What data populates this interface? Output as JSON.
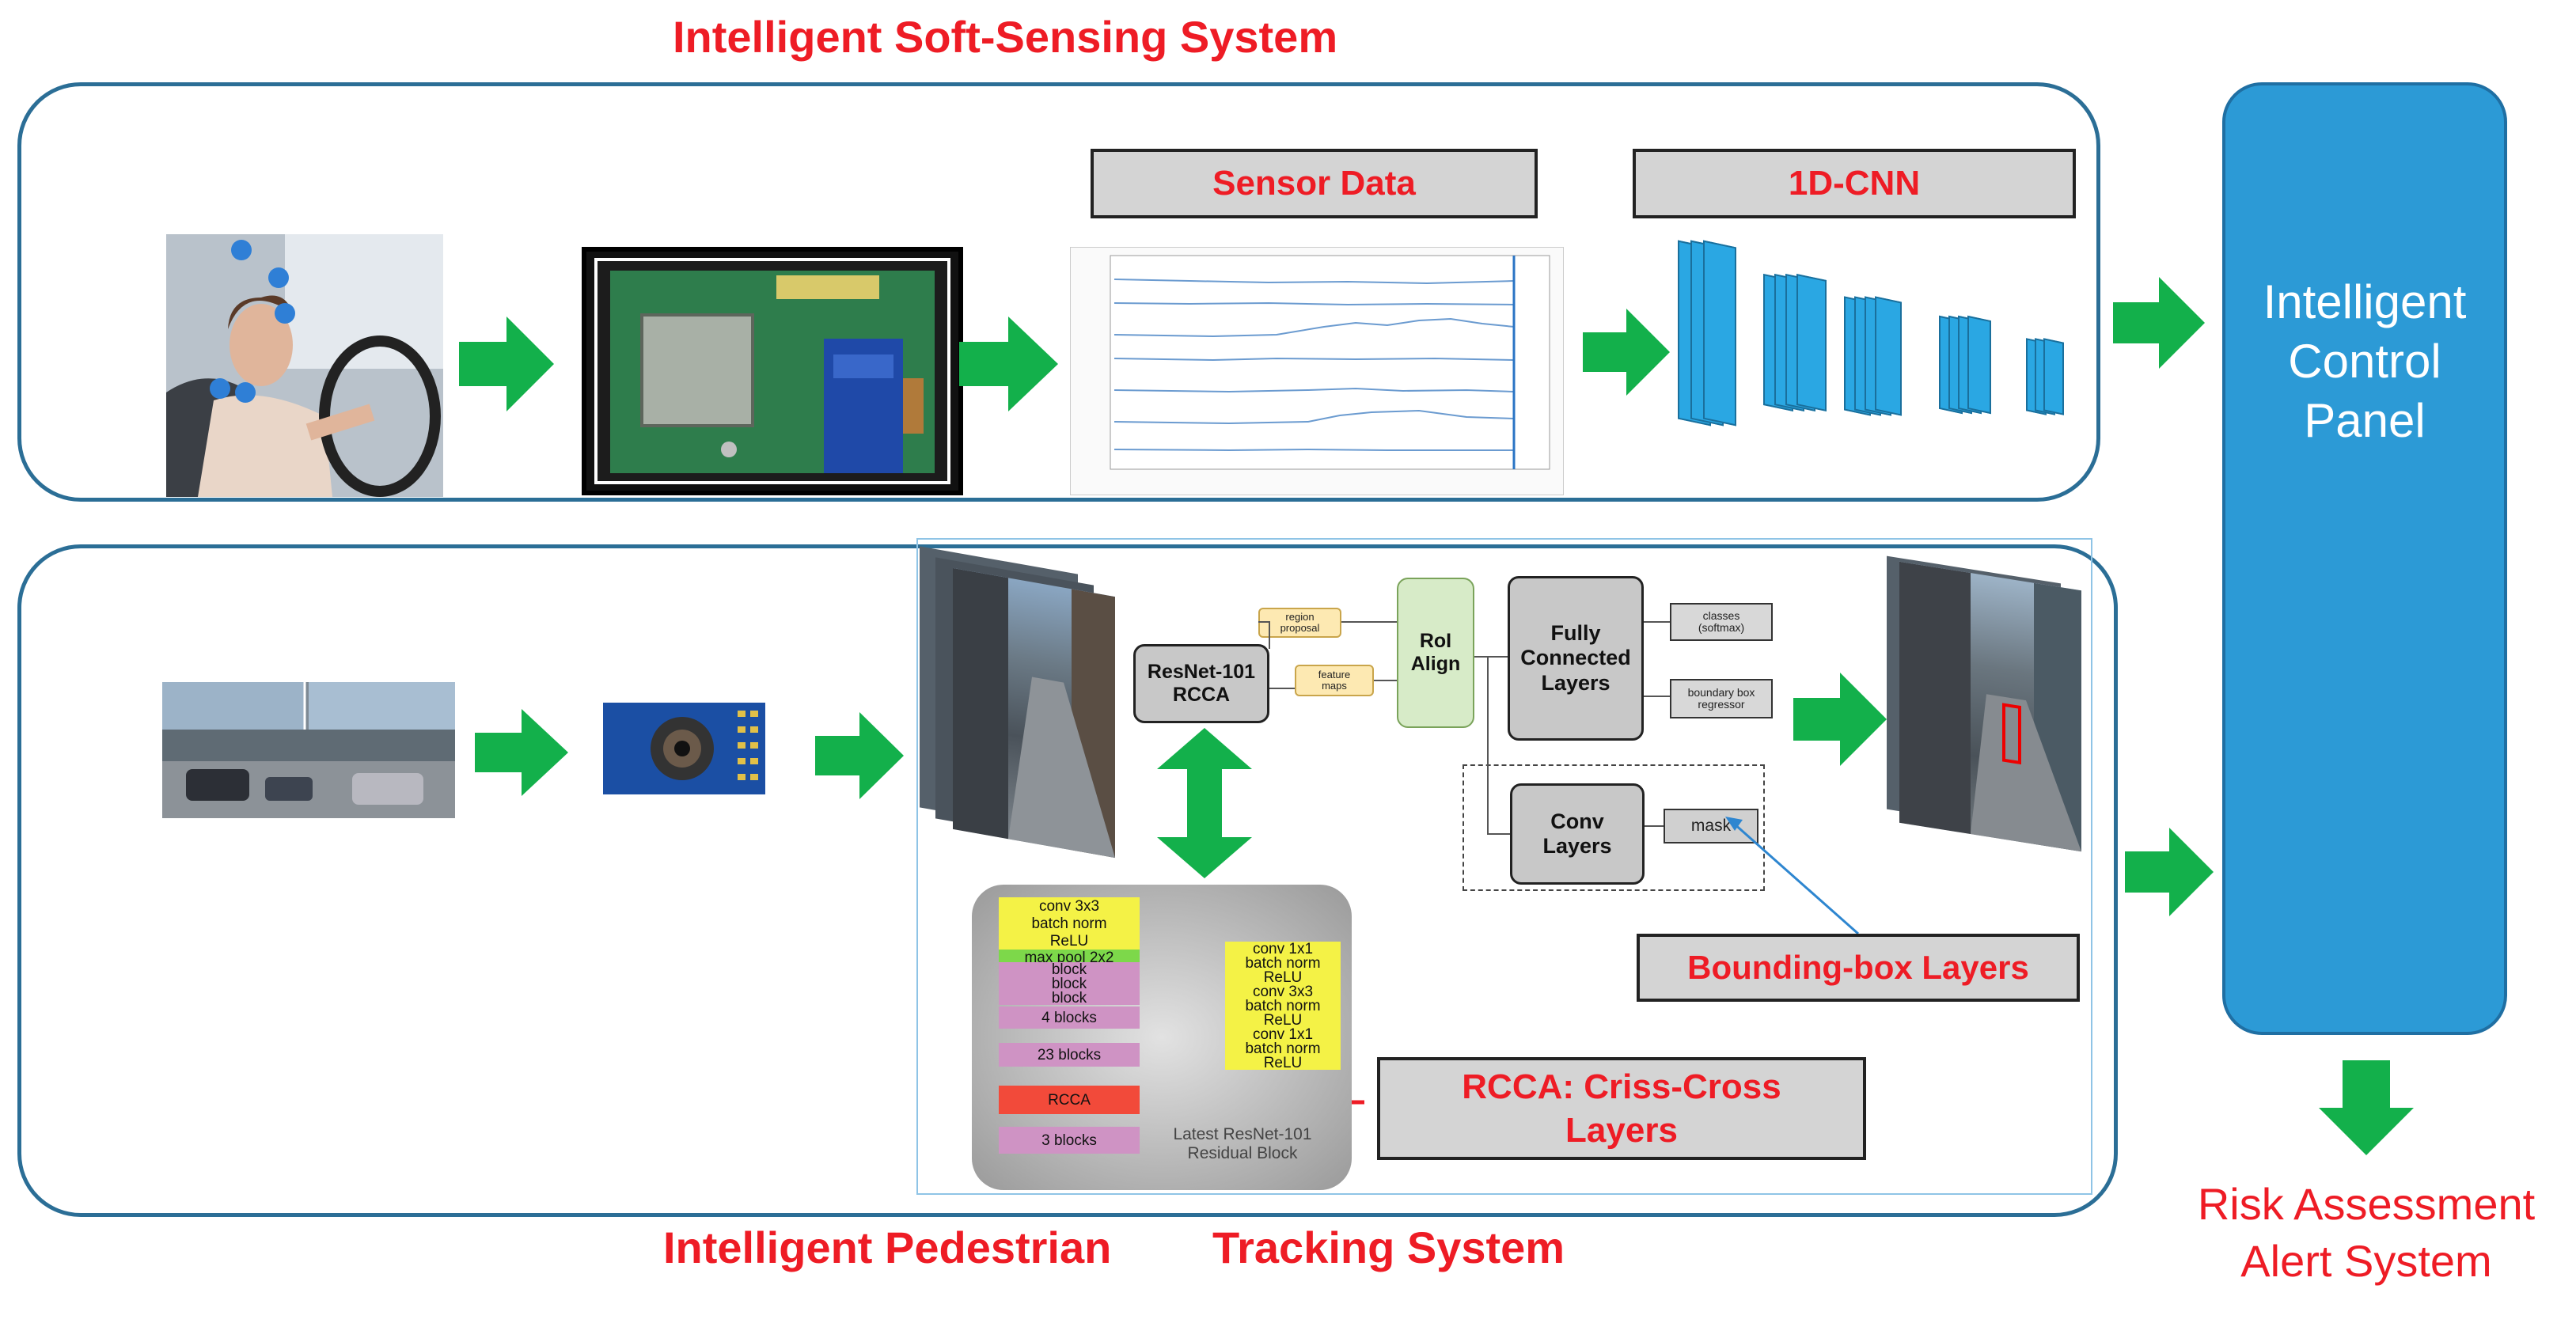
{
  "titles": {
    "soft_sensing": "Intelligent Soft-Sensing System",
    "pedestrian_part1": "Intelligent Pedestrian",
    "pedestrian_part2": "Tracking System",
    "risk_line1": "Risk Assessment",
    "risk_line2": "Alert System"
  },
  "labels": {
    "sensor_data": "Sensor Data",
    "cnn": "1D-CNN",
    "control_panel_1": "Intelligent",
    "control_panel_2": "Control",
    "control_panel_3": "Panel",
    "bbox_layers": "Bounding-box Layers",
    "rcca_line1": "RCCA: Criss-Cross",
    "rcca_line2": "Layers"
  },
  "flow": {
    "resnet_1": "ResNet-101",
    "resnet_2": "RCCA",
    "region_1": "region",
    "region_2": "proposal",
    "feature_1": "feature",
    "feature_2": "maps",
    "roi_1": "RoI",
    "roi_2": "Align",
    "fc_1": "Fully",
    "fc_2": "Connected",
    "fc_3": "Layers",
    "classes_1": "classes",
    "classes_2": "(softmax)",
    "bbox_reg_1": "boundary box",
    "bbox_reg_2": "regressor",
    "conv_1": "Conv",
    "conv_2": "Layers",
    "mask": "mask"
  },
  "resnet_block": {
    "stem": [
      "conv 3x3",
      "batch norm",
      "ReLU"
    ],
    "maxpool": "max pool 2x2",
    "blocks": [
      "block",
      "block",
      "block"
    ],
    "four_blocks": "4 blocks",
    "twentythree_blocks": "23 blocks",
    "rcca": "RCCA",
    "three_blocks": "3 blocks",
    "residual": [
      "conv 1x1",
      "batch norm",
      "ReLU",
      "conv 3x3",
      "batch norm",
      "ReLU",
      "conv 1x1",
      "batch norm",
      "ReLU"
    ],
    "caption_1": "Latest ResNet-101",
    "caption_2": "Residual Block"
  },
  "colors": {
    "title_red": "#ee1c25",
    "panel_border": "#2b6e96",
    "control_panel_fill": "#2c9ad6",
    "arrow_green": "#13b04b",
    "cnn_blue": "#2aa7e3",
    "yellow_cell": "#f4f246",
    "pink_cell": "#cf93c4",
    "rcca_cell": "#f24a3a"
  }
}
